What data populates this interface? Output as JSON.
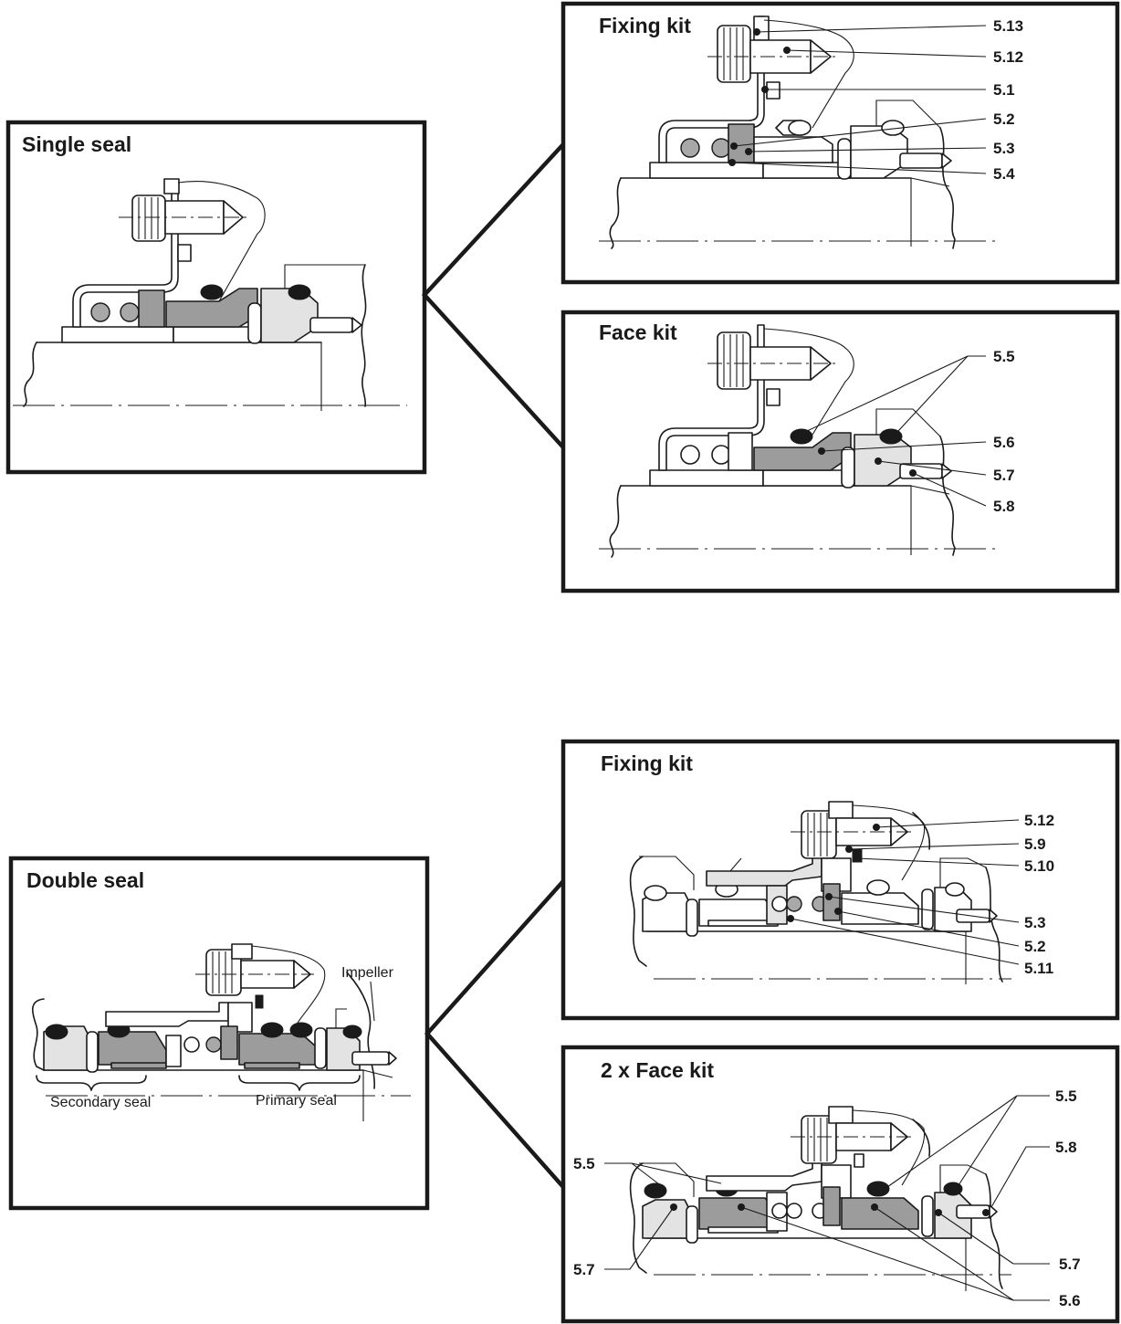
{
  "single_seal": {
    "title": "Single seal",
    "fixing_kit": {
      "title": "Fixing kit",
      "callouts": [
        "5.13",
        "5.12",
        "5.1",
        "5.2",
        "5.3",
        "5.4"
      ]
    },
    "face_kit": {
      "title": "Face kit",
      "callouts": [
        "5.5",
        "5.6",
        "5.7",
        "5.8"
      ]
    }
  },
  "double_seal": {
    "title": "Double seal",
    "impeller_label": "Impeller",
    "secondary_label": "Secondary seal",
    "primary_label": "Primary seal",
    "fixing_kit": {
      "title": "Fixing kit",
      "callouts": [
        "5.12",
        "5.9",
        "5.10",
        "5.3",
        "5.2",
        "5.11"
      ]
    },
    "face_kit": {
      "title": "2 x Face kit",
      "callouts_right": [
        "5.5",
        "5.8",
        "5.7",
        "5.6"
      ],
      "callouts_left": [
        "5.5",
        "5.7"
      ]
    }
  }
}
